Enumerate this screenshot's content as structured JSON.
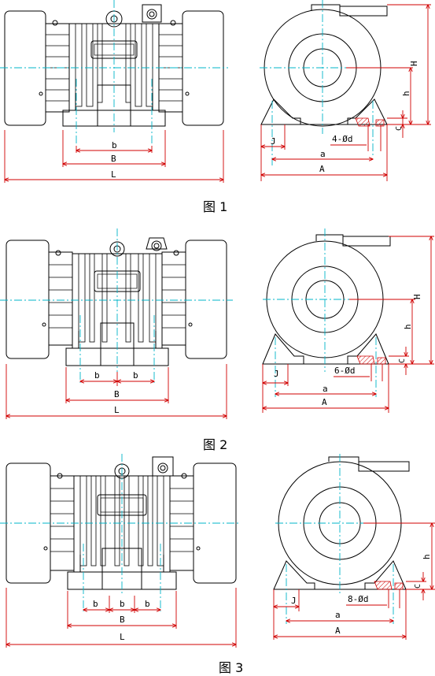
{
  "figures": [
    {
      "caption": "图 1",
      "front": {
        "b": "b",
        "B": "B",
        "L": "L"
      },
      "side": {
        "H": "H",
        "h": "h",
        "C": "C",
        "J": "J",
        "holes": "4-Ød",
        "a": "a",
        "A": "A"
      }
    },
    {
      "caption": "图 2",
      "front": {
        "b1": "b",
        "b2": "b",
        "B": "B",
        "L": "L"
      },
      "side": {
        "H": "H",
        "h": "h",
        "C": "C",
        "J": "J",
        "holes": "6-Ød",
        "a": "a",
        "A": "A"
      }
    },
    {
      "caption": "图 3",
      "front": {
        "b1": "b",
        "b2": "b",
        "b3": "b",
        "B": "B",
        "L": "L"
      },
      "side": {
        "h": "h",
        "C": "C",
        "J": "J",
        "holes": "8-Ød",
        "a": "a",
        "A": "A"
      }
    }
  ],
  "colors": {
    "outline": "#000000",
    "centerline": "#00b4c8",
    "dimension": "#d00000"
  }
}
